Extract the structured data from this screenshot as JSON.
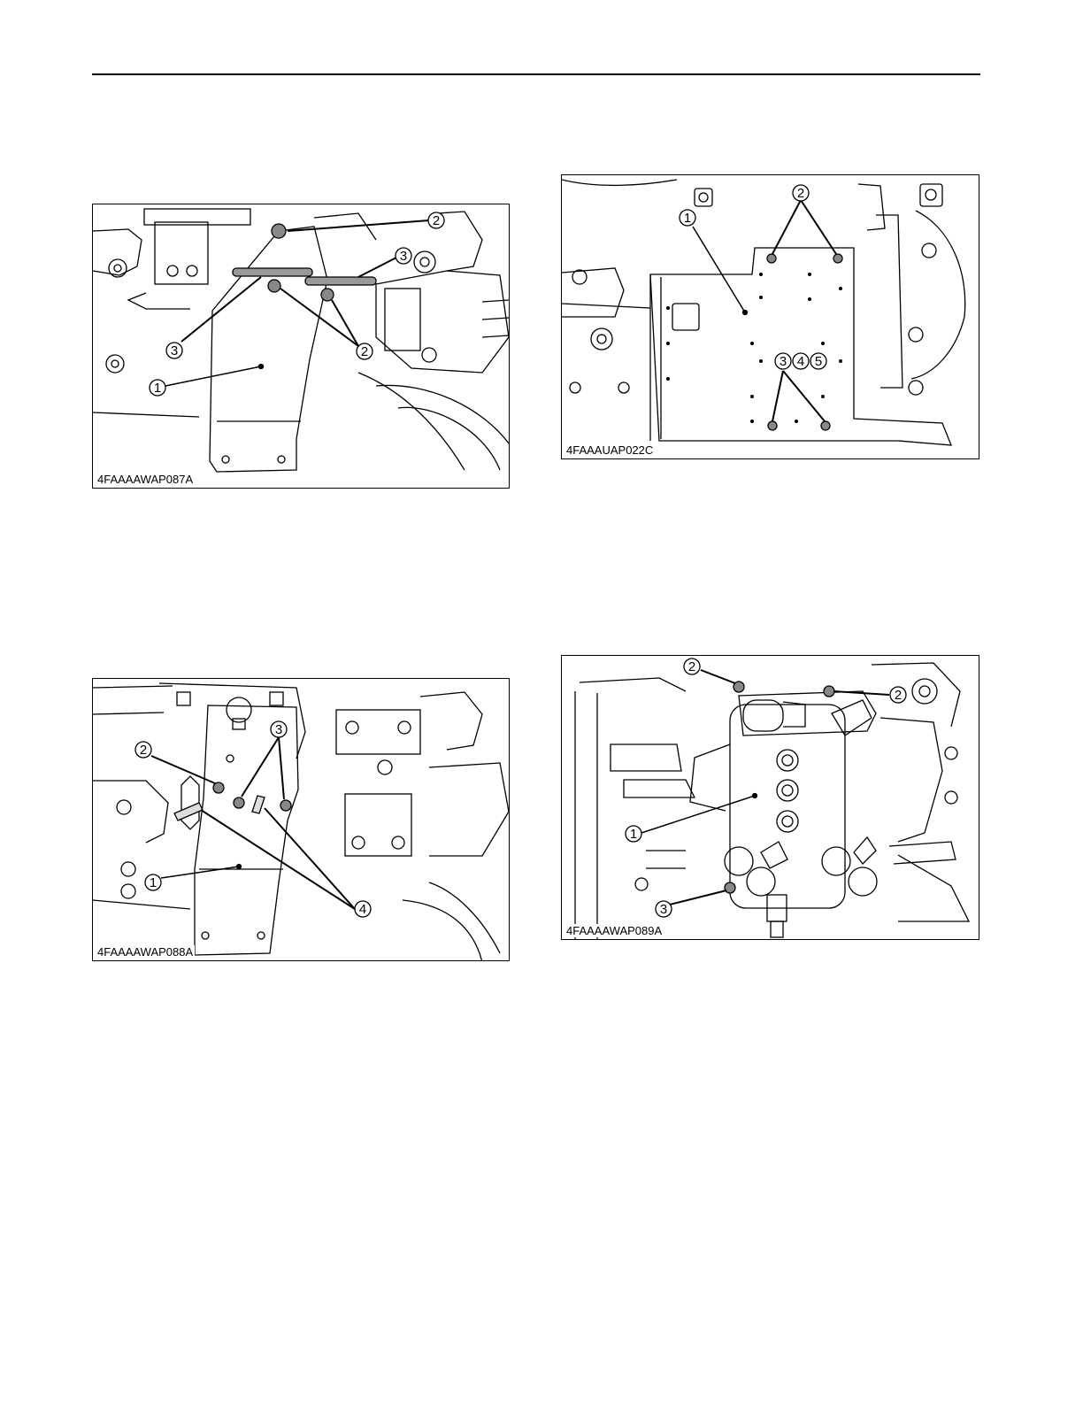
{
  "figures": [
    {
      "code": "4FAAAAWAP087A",
      "callouts": [
        "1",
        "2",
        "3",
        "2",
        "3"
      ]
    },
    {
      "code": "4FAAAUAP022C",
      "callouts": [
        "1",
        "2",
        "3",
        "4",
        "5"
      ]
    },
    {
      "code": "4FAAAAWAP088A",
      "callouts": [
        "1",
        "2",
        "3",
        "4"
      ]
    },
    {
      "code": "4FAAAAWAP089A",
      "callouts": [
        "1",
        "2",
        "2",
        "3"
      ]
    }
  ]
}
